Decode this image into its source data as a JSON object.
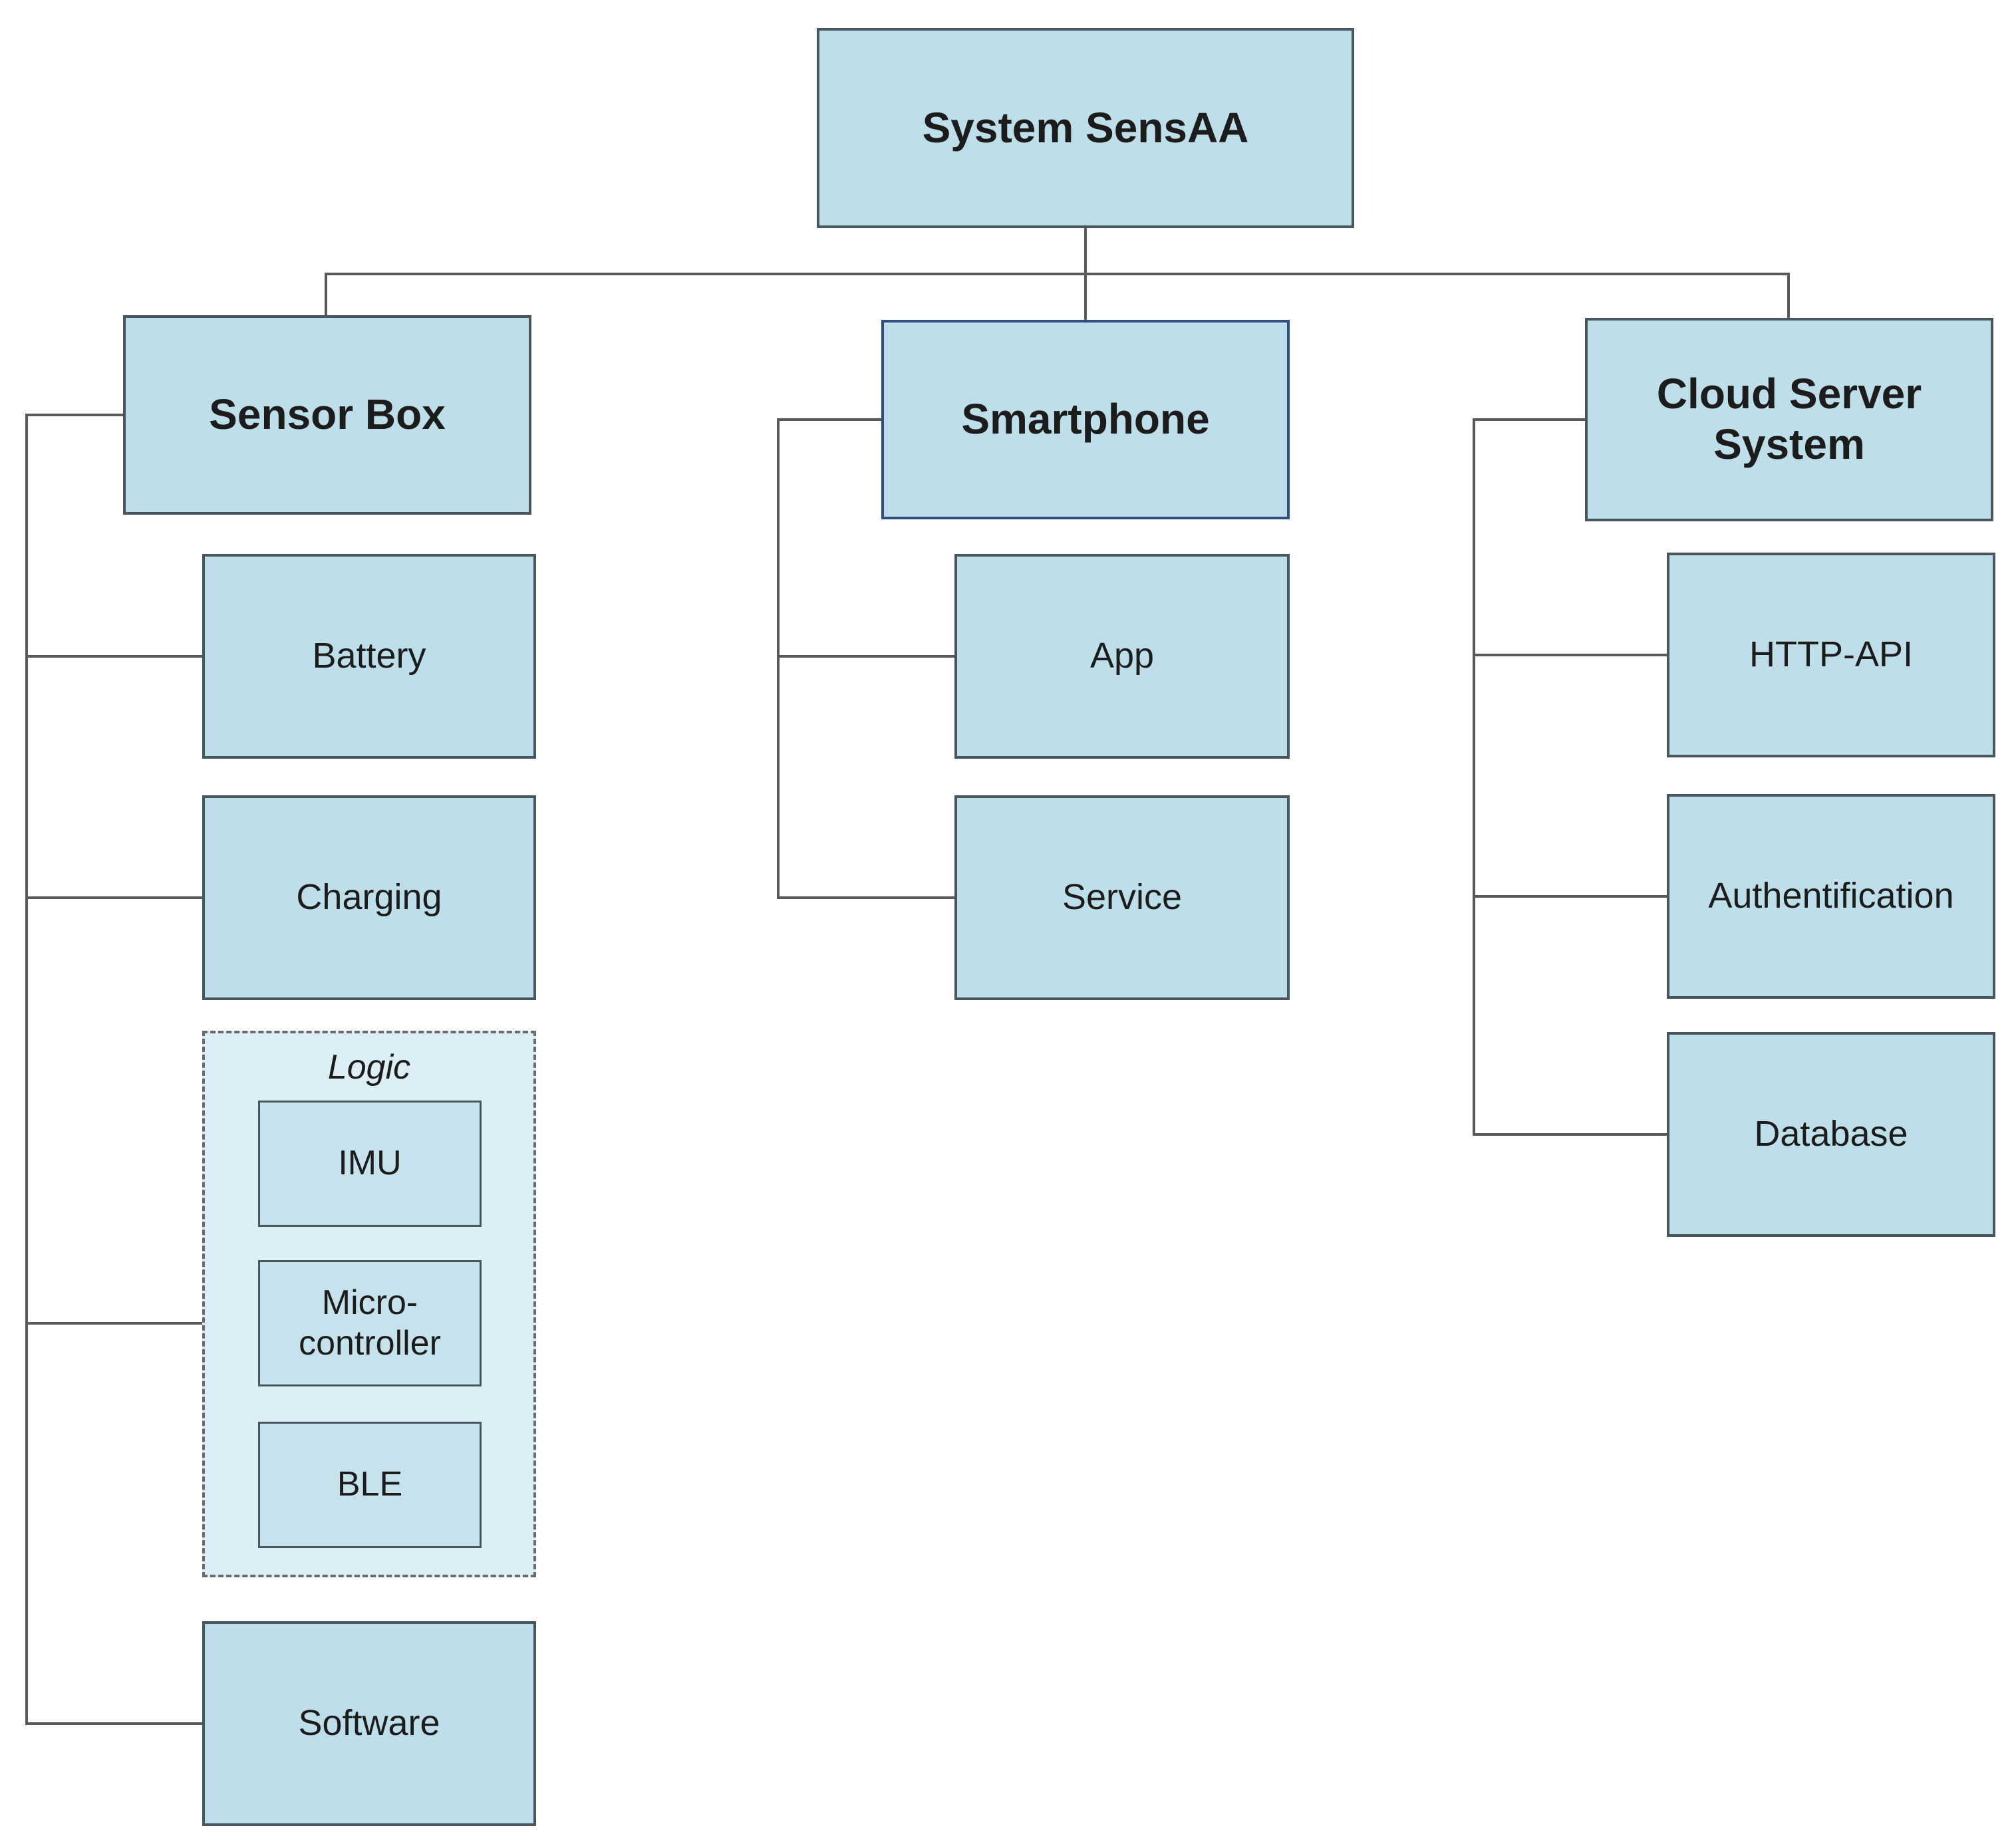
{
  "diagram": {
    "title": "System SensAA",
    "root": {
      "label": "System SensAA"
    },
    "branches": [
      {
        "label": "Sensor Box",
        "children": [
          {
            "label": "Battery"
          },
          {
            "label": "Charging"
          },
          {
            "label": "Logic",
            "type": "dashed-group",
            "items": [
              {
                "label": "IMU"
              },
              {
                "label": "Micro-\ncontroller"
              },
              {
                "label": "BLE"
              }
            ]
          },
          {
            "label": "Software"
          }
        ]
      },
      {
        "label": "Smartphone",
        "children": [
          {
            "label": "App"
          },
          {
            "label": "Service"
          }
        ]
      },
      {
        "label": "Cloud Server System",
        "children": [
          {
            "label": "HTTP-API"
          },
          {
            "label": "Authentification"
          },
          {
            "label": "Database"
          }
        ]
      }
    ],
    "colors": {
      "node_fill": "#bedfea",
      "node_border": "#4a565d",
      "smartphone_border": "#2f4e7e",
      "group_fill": "#dceef6",
      "group_border": "#6a6a6a",
      "inner_fill": "#c6e2ed",
      "connector": "#595959",
      "text": "#1c1c1c",
      "background": "#ffffff"
    }
  }
}
